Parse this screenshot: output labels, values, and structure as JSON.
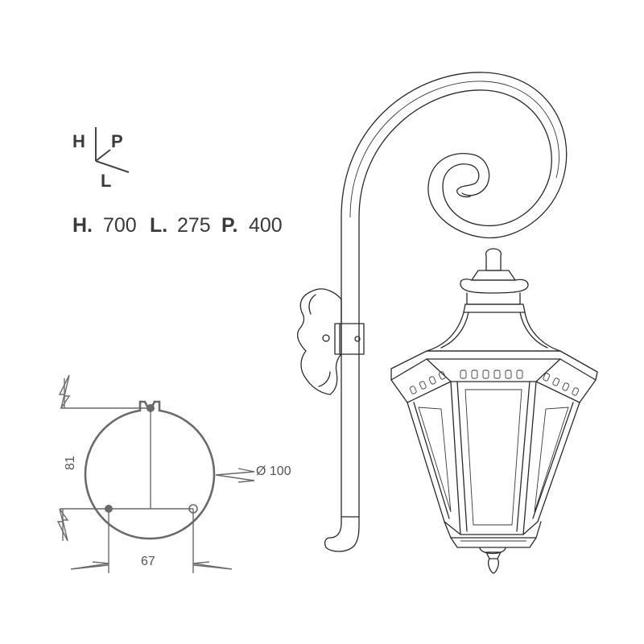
{
  "axes_legend": {
    "h": "H",
    "p": "P",
    "l": "L"
  },
  "dimensions": {
    "h_key": "H.",
    "h_val": "700",
    "l_key": "L.",
    "l_val": "275",
    "p_key": "P.",
    "p_val": "400"
  },
  "mount_plate": {
    "height": "81",
    "diameter": "Ø 100",
    "width": "67"
  }
}
